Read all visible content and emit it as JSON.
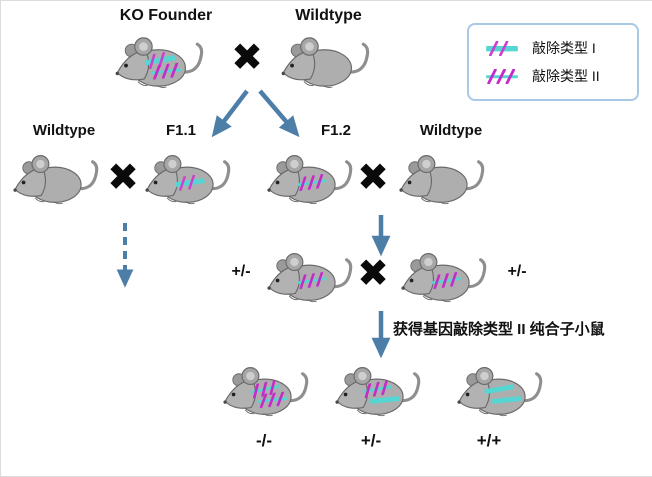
{
  "cross": "✖",
  "legend": {
    "type1_label": "敲除类型 I",
    "type2_label": "敲除类型 II"
  },
  "labels": {
    "ko_founder": "KO Founder",
    "wildtype_top": "Wildtype",
    "wildtype_f1_left": "Wildtype",
    "f1_1": "F1.1",
    "f1_2": "F1.2",
    "wildtype_f1_right": "Wildtype",
    "het_left": "+/-",
    "het_right": "+/-",
    "result_caption": "获得基因敲除类型 II 纯合子小鼠",
    "genotype_null": "-/-",
    "genotype_het": "+/-",
    "genotype_wt": "+/+"
  },
  "colors": {
    "arrow": "#4d7ea8",
    "mark_cyan": "#55d6d2",
    "mark_magenta": "#c52bc9",
    "legend_border": "#a9c7e6"
  }
}
